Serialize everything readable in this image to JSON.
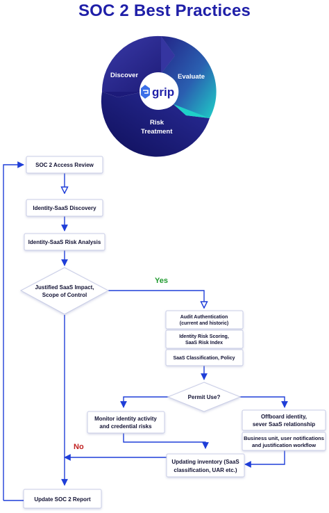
{
  "title": "SOC 2 Best Practices",
  "cycle": {
    "stages": [
      "Discover",
      "Evaluate",
      "Risk",
      "Treatment"
    ],
    "logo_text": "grip"
  },
  "flow": {
    "access_review": "SOC 2 Access Review",
    "discovery": "Identity-SaaS Discovery",
    "risk_analysis": "Identity-SaaS Risk Analysis",
    "decision_line1": "Justified SaaS Impact,",
    "decision_line2": "Scope of Control",
    "yes": "Yes",
    "no": "No",
    "audit_line1": "Audit Authentication",
    "audit_line2": "(current and historic)",
    "scoring_line1": "Identity Risk Scoring,",
    "scoring_line2": "SaaS Risk Index",
    "classification": "SaaS Classification, Policy",
    "permit": "Permit Use?",
    "monitor_line1": "Monitor identity activity",
    "monitor_line2": "and credential risks",
    "offboard_line1": "Offboard identity,",
    "offboard_line2": "sever SaaS relationship",
    "notify_line1": "Business unit, user notifications",
    "notify_line2": "and justification workflow",
    "inventory_line1": "Updating inventory (SaaS",
    "inventory_line2": "classification, UAR etc.)",
    "report": "Update SOC 2 Report"
  },
  "colors": {
    "title": "#1f1fa8",
    "arrow": "#1f3ed8",
    "box_border": "#c9cde6",
    "yes": "#1f9a2e",
    "no": "#c02020",
    "cycle_dark": "#1c1a7a",
    "cycle_teal": "#1fd0c8"
  }
}
